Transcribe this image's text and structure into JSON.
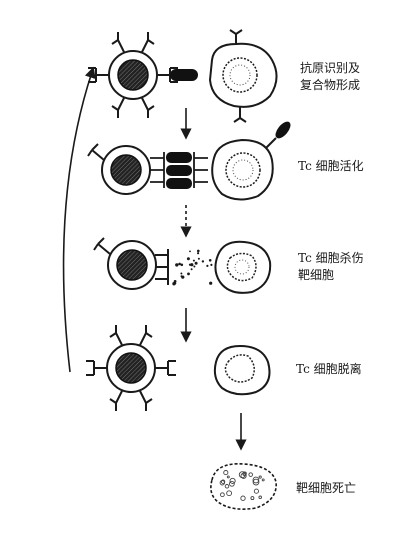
{
  "stages": [
    {
      "id": "recognition",
      "lines": [
        "抗原识别及",
        "复合物形成"
      ]
    },
    {
      "id": "activation",
      "lines": [
        "Tc 细胞活化"
      ]
    },
    {
      "id": "killing",
      "lines": [
        "Tc 细胞杀伤",
        "靶细胞"
      ]
    },
    {
      "id": "detachment",
      "lines": [
        "Tc 细胞脱离"
      ]
    },
    {
      "id": "death",
      "lines": [
        "靶细胞死亡"
      ]
    }
  ],
  "colors": {
    "ink": "#1a1a1a",
    "nucleus": "#222222",
    "speckle": "#444444"
  }
}
